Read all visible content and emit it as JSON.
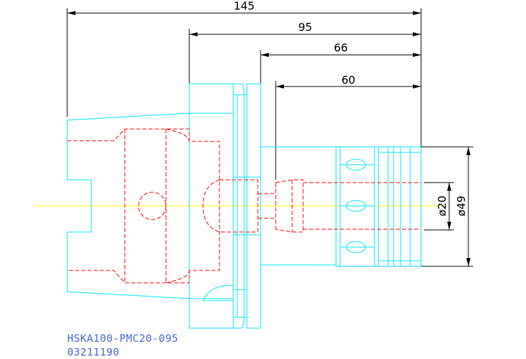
{
  "dimensions": {
    "overall_length": "145",
    "flange_to_tip": "95",
    "body_length": "66",
    "bore_depth": "60",
    "bore_diameter": "ø20",
    "outer_diameter": "ø49"
  },
  "caption": {
    "part_number": "HSKA100-PMC20-095",
    "order_code": "03211190"
  },
  "colors": {
    "outline": "#00e5ff",
    "hidden": "#ff0000",
    "dimension": "#000000",
    "centerline": "#ffff00",
    "caption": "#4c6ad9"
  }
}
